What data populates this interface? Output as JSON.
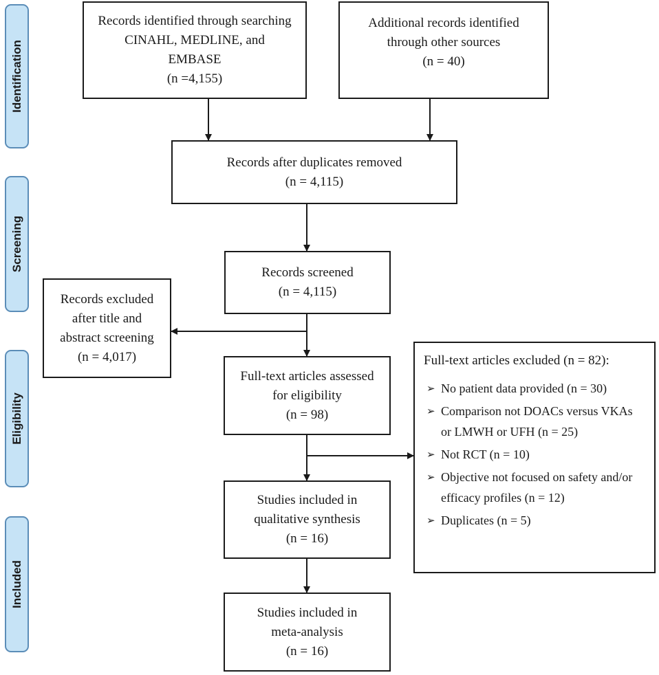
{
  "stages": [
    "Identification",
    "Screening",
    "Eligibility",
    "Included"
  ],
  "boxes": {
    "search": [
      "Records identified through searching",
      "CINAHL, MEDLINE, and",
      "EMBASE",
      "(n =4,155)"
    ],
    "other": [
      "Additional records identified",
      "through other sources",
      "(n = 40)"
    ],
    "dedup": [
      "Records after duplicates removed",
      "(n = 4,115)"
    ],
    "screened": [
      "Records screened",
      "(n = 4,115)"
    ],
    "excluded_title": [
      "Records excluded",
      "after title and",
      "abstract screening",
      "(n = 4,017)"
    ],
    "fulltext": [
      "Full-text articles assessed",
      "for eligibility",
      "(n = 98)"
    ],
    "qualitative": [
      "Studies included in",
      "qualitative synthesis",
      "(n = 16)"
    ],
    "meta": [
      "Studies included in",
      "meta-analysis",
      "(n = 16)"
    ]
  },
  "fulltext_excluded": {
    "heading": "Full-text articles excluded (n = 82):",
    "bullet": "➢",
    "items": [
      [
        "No patient data provided (n = 30)"
      ],
      [
        "Comparison not DOACs versus VKAs",
        "or LMWH or UFH (n = 25)"
      ],
      [
        "Not RCT (n = 10)"
      ],
      [
        "Objective not focused on safety and/or",
        "efficacy profiles (n = 12)"
      ],
      [
        "Duplicates (n = 5)"
      ]
    ]
  },
  "colors": {
    "stage_fill": "#c6e3f6",
    "stage_border": "#5b8db8",
    "line": "#1a1a1a"
  }
}
